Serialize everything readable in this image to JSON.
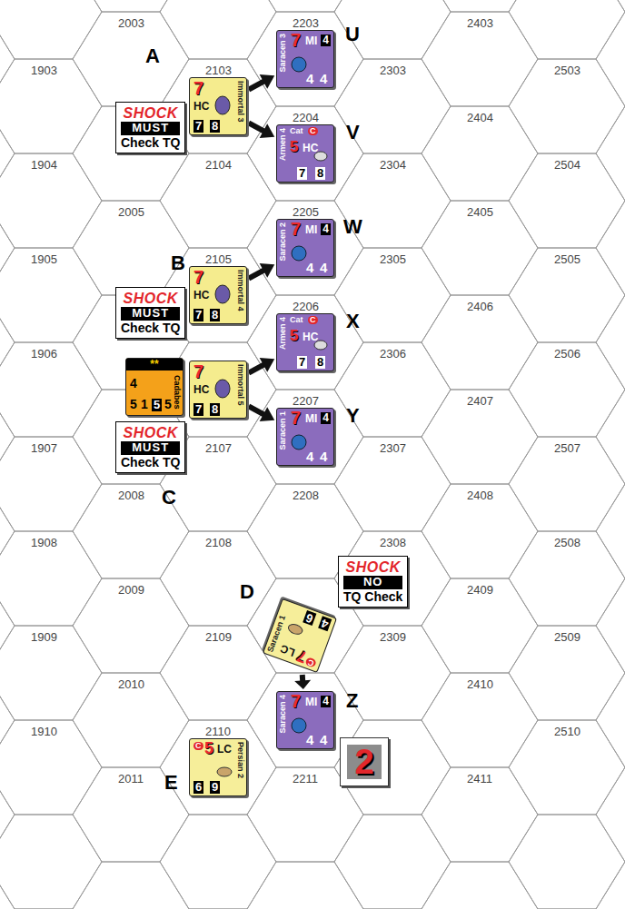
{
  "diagram": {
    "nodes": [
      {
        "text": [
          "Immortal 3",
          "7",
          "HC",
          "7",
          "8"
        ]
      },
      {
        "text": [
          "SHOCK",
          "MUST",
          "Check TQ"
        ]
      },
      {
        "text": [
          "Saracen 3",
          "7",
          "MI",
          "4",
          "4",
          "4"
        ]
      },
      {
        "text": [
          "Armen 4",
          "Cat",
          "C",
          "5",
          "HC",
          "7",
          "8"
        ]
      },
      {
        "text": [
          "Saracen 2",
          "7",
          "MI",
          "4",
          "4",
          "4"
        ]
      },
      {
        "text": [
          "Immortal 4",
          "7",
          "HC",
          "7",
          "8"
        ]
      },
      {
        "text": [
          "SHOCK",
          "MUST",
          "Check TQ"
        ]
      },
      {
        "text": [
          "Armen 4",
          "Cat",
          "C",
          "5",
          "HC",
          "7",
          "8"
        ]
      },
      {
        "text": [
          "**",
          "4",
          "5",
          "1",
          "5",
          "5",
          "Cadabes"
        ]
      },
      {
        "text": [
          "Immortal 5",
          "7",
          "HC",
          "7",
          "8"
        ]
      },
      {
        "text": [
          "SHOCK",
          "MUST",
          "Check TQ"
        ]
      },
      {
        "text": [
          "Saracen 1",
          "7",
          "MI",
          "4",
          "4",
          "4"
        ]
      },
      {
        "text": [
          "SHOCK",
          "NO",
          "TQ Check"
        ]
      },
      {
        "text": [
          "Saracen 1",
          "C",
          "7",
          "LC",
          "4",
          "6"
        ]
      },
      {
        "text": [
          "Saracen 4",
          "7",
          "MI",
          "4",
          "4",
          "4"
        ]
      },
      {
        "text": [
          "2"
        ]
      },
      {
        "text": [
          "Persian 2",
          "C",
          "5",
          "LC",
          "6",
          "9"
        ]
      }
    ],
    "edges": [
      {
        "from": 0,
        "to": 2,
        "arrow": "to"
      },
      {
        "from": 0,
        "to": 3,
        "arrow": "to"
      },
      {
        "from": 5,
        "to": 4,
        "arrow": "to"
      },
      {
        "from": 9,
        "to": 7,
        "arrow": "to"
      },
      {
        "from": 9,
        "to": 11,
        "arrow": "to"
      },
      {
        "from": 13,
        "to": 14,
        "arrow": "to"
      }
    ],
    "labels": [
      "2003",
      "2203",
      "2403",
      "1903",
      "2103",
      "2303",
      "2503",
      "2204",
      "2404",
      "1904",
      "2104",
      "2304",
      "2504",
      "2005",
      "2205",
      "2405",
      "1905",
      "2105",
      "2305",
      "2505",
      "2206",
      "2406",
      "1906",
      "2306",
      "2506",
      "2207",
      "2407",
      "1907",
      "2107",
      "2307",
      "2507",
      "2008",
      "2208",
      "2408",
      "1908",
      "2108",
      "2308",
      "2508",
      "2009",
      "2409",
      "1909",
      "2109",
      "2309",
      "2509",
      "2010",
      "2410",
      "1910",
      "2110",
      "2510",
      "2011",
      "2211",
      "2411",
      "A",
      "B",
      "C",
      "D",
      "E",
      "U",
      "V",
      "W",
      "X",
      "Y",
      "Z"
    ]
  }
}
